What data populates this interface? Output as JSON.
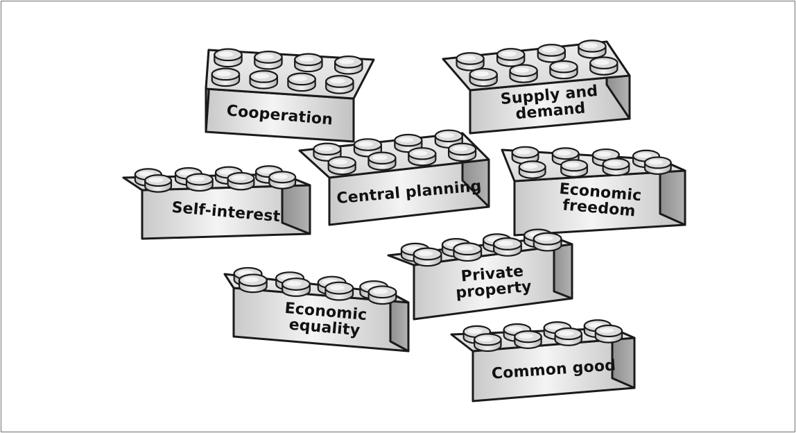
{
  "diagram": {
    "bricks": [
      {
        "id": "cooperation",
        "lines": [
          "Cooperation"
        ]
      },
      {
        "id": "supply-and-demand",
        "lines": [
          "Supply and",
          "demand"
        ]
      },
      {
        "id": "self-interest",
        "lines": [
          "Self-interest"
        ]
      },
      {
        "id": "central-planning",
        "lines": [
          "Central planning"
        ]
      },
      {
        "id": "economic-freedom",
        "lines": [
          "Economic",
          "freedom"
        ]
      },
      {
        "id": "private-property",
        "lines": [
          "Private",
          "property"
        ]
      },
      {
        "id": "economic-equality",
        "lines": [
          "Economic",
          "equality"
        ]
      },
      {
        "id": "common-good",
        "lines": [
          "Common good"
        ]
      }
    ]
  },
  "colors": {
    "top_face": "#e6e6e6",
    "front_face": "#d4d4d4",
    "side_face": "#9c9c9c",
    "outline": "#1a1a1a",
    "stud": "#dcdcdc",
    "frame_border": "#6f6f6f"
  }
}
